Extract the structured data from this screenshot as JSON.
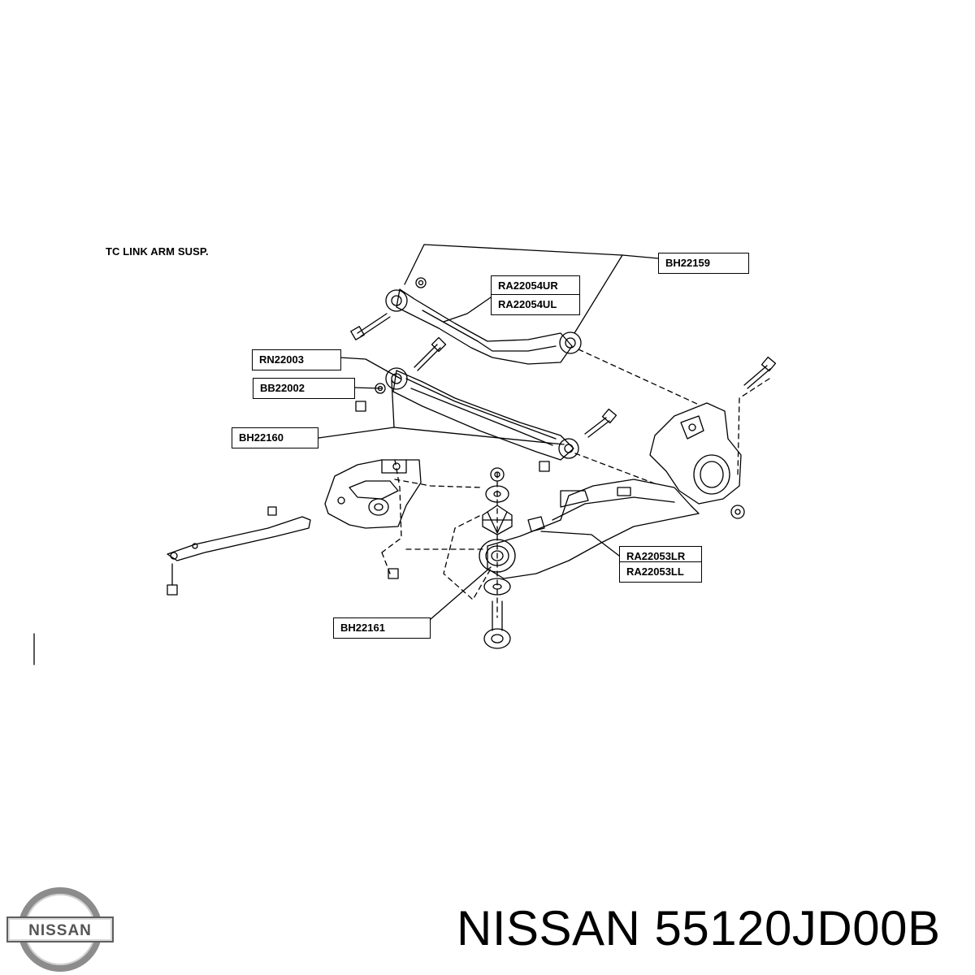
{
  "diagram": {
    "title": "TC LINK ARM SUSP.",
    "labels": {
      "bh22159": "BH22159",
      "ra22054ur": "RA22054UR",
      "ra22054ul": "RA22054UL",
      "rn22003": "RN22003",
      "bb22002": "BB22002",
      "bh22160": "BH22160",
      "ra22053lr": "RA22053LR",
      "ra22053ll": "RA22053LL",
      "bh22161": "BH22161"
    }
  },
  "brand": {
    "logo_text": "NISSAN",
    "caption": "NISSAN 55120JD00B"
  }
}
